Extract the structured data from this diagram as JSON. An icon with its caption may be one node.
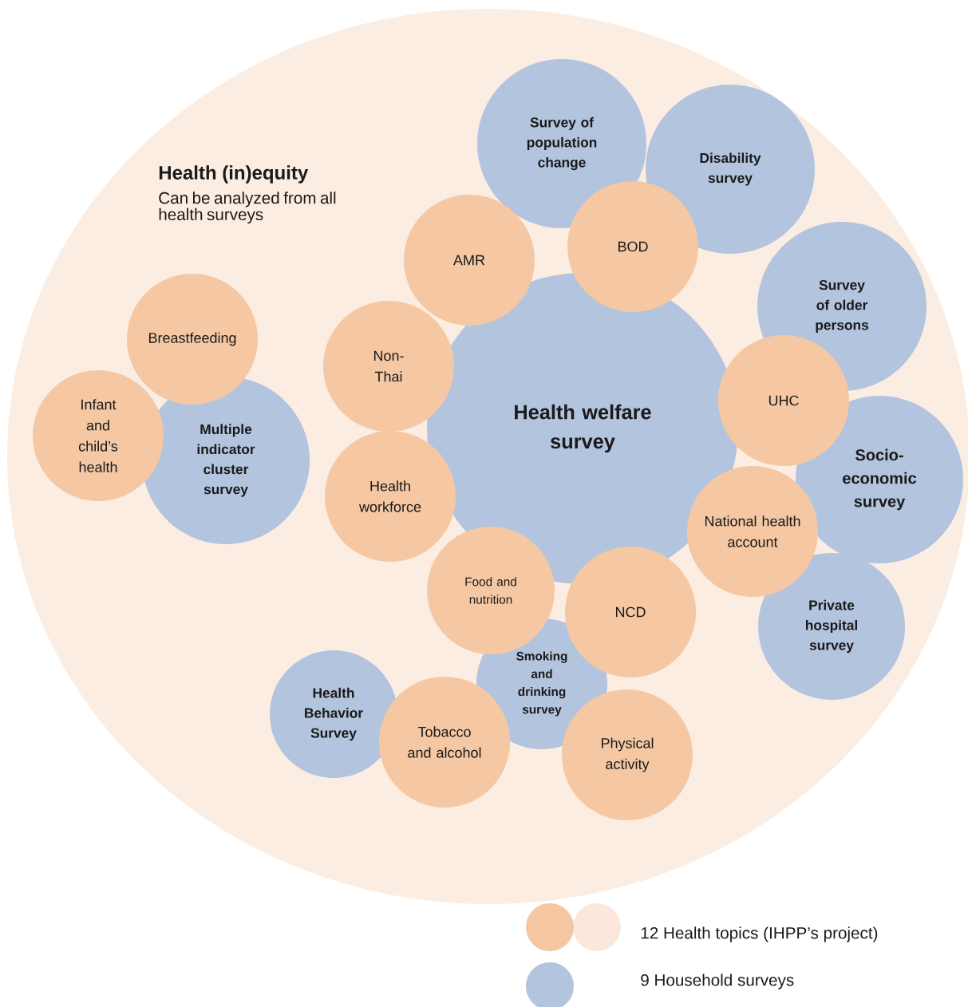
{
  "diagram": {
    "nodes": [
      {
        "text": [
          "Health (in)equity",
          "Can be analyzed from all health surveys"
        ]
      },
      {
        "text": [
          "Survey of population change"
        ],
        "in": 0
      },
      {
        "text": [
          "Disability survey"
        ],
        "in": 0
      },
      {
        "text": [
          "AMR"
        ],
        "in": 0
      },
      {
        "text": [
          "BOD"
        ],
        "in": 0
      },
      {
        "text": [
          "Survey of older persons"
        ],
        "in": 0
      },
      {
        "text": [
          "Breastfeeding"
        ],
        "in": 0
      },
      {
        "text": [
          "Non-Thai"
        ],
        "in": 0
      },
      {
        "text": [
          "Health welfare survey"
        ],
        "in": 0
      },
      {
        "text": [
          "UHC"
        ],
        "in": 0
      },
      {
        "text": [
          "Infant and child’s health"
        ],
        "in": 0
      },
      {
        "text": [
          "Multiple indicator cluster survey"
        ],
        "in": 0
      },
      {
        "text": [
          "Socio-economic survey"
        ],
        "in": 0
      },
      {
        "text": [
          "Health workforce"
        ],
        "in": 0
      },
      {
        "text": [
          "National health account"
        ],
        "in": 0
      },
      {
        "text": [
          "Food and nutrition"
        ],
        "in": 0
      },
      {
        "text": [
          "NCD"
        ],
        "in": 0
      },
      {
        "text": [
          "Private hospital survey"
        ],
        "in": 0
      },
      {
        "text": [
          "Smoking and drinking survey"
        ],
        "in": 0
      },
      {
        "text": [
          "Health Behavior Survey"
        ],
        "in": 0
      },
      {
        "text": [
          "Tobacco and alcohol"
        ],
        "in": 0
      },
      {
        "text": [
          "Physical activity"
        ],
        "in": 0
      }
    ],
    "legend": [
      {
        "text": "12 Health topics (IHPP’s project)",
        "color": "#f5c8a3"
      },
      {
        "text": "9 Household surveys",
        "color": "#b3c4de"
      }
    ]
  }
}
